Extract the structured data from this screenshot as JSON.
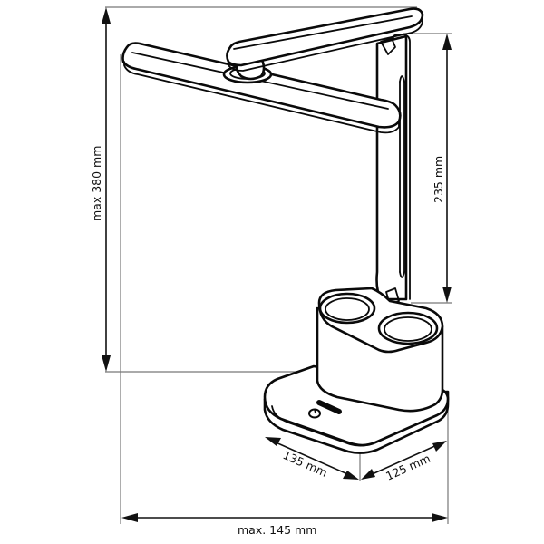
{
  "diagram": {
    "subject": "Desk lamp with pen-holder base",
    "colors": {
      "line": "#0a0a0a",
      "extension_line": "#777777",
      "background": "#ffffff"
    },
    "dimensions": {
      "height_max": "max 380 mm",
      "arm_height": "235 mm",
      "base_depth": "135 mm",
      "base_width": "125 mm",
      "width_max": "max. 145 mm"
    },
    "components": [
      "upper-light-arm",
      "lower-light-arm",
      "pivot-joint",
      "vertical-stand",
      "pen-holder-cups",
      "base-plate",
      "touch-power-button",
      "brightness-slider"
    ],
    "icons": {
      "power": "power-icon"
    }
  }
}
